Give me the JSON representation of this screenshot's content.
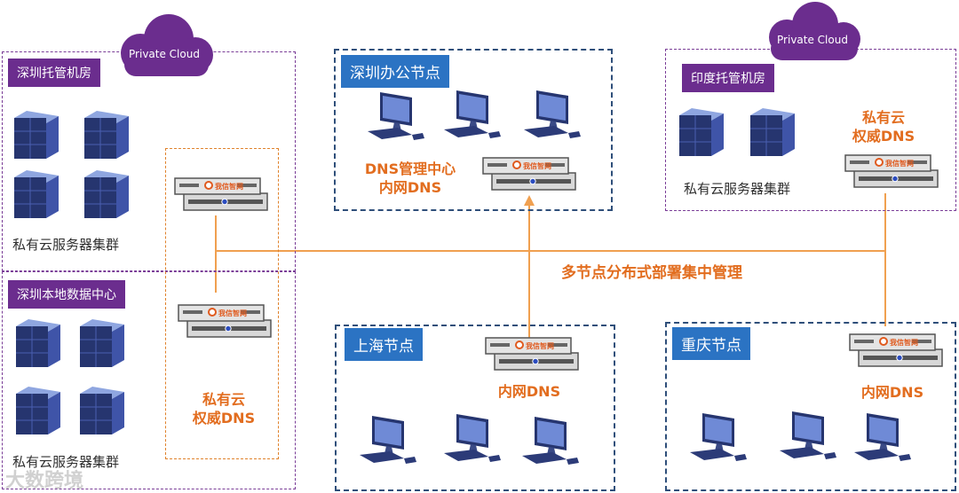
{
  "clouds": {
    "left": "Private Cloud",
    "right": "Private Cloud"
  },
  "zones": {
    "shenzhen_hosting": "深圳托管机房",
    "shenzhen_local_dc": "深圳本地数据中心",
    "shenzhen_office": "深圳办公节点",
    "india_hosting": "印度托管机房",
    "shanghai": "上海节点",
    "chongqing": "重庆节点"
  },
  "labels": {
    "server_cluster": "私有云服务器集群",
    "auth_dns_line1": "私有云",
    "auth_dns_line2": "权威DNS",
    "dns_mgmt_line1": "DNS管理中心",
    "dns_mgmt_line2": "内网DNS",
    "internal_dns": "内网DNS",
    "center_caption": "多节点分布式部署集中管理"
  },
  "device_brand": "我信智网",
  "watermark": "大数跨境",
  "colors": {
    "purple": "#6b2d8e",
    "blue_tag": "#2b73c3",
    "orange": "#e26d1f",
    "line": "#f0a050"
  }
}
